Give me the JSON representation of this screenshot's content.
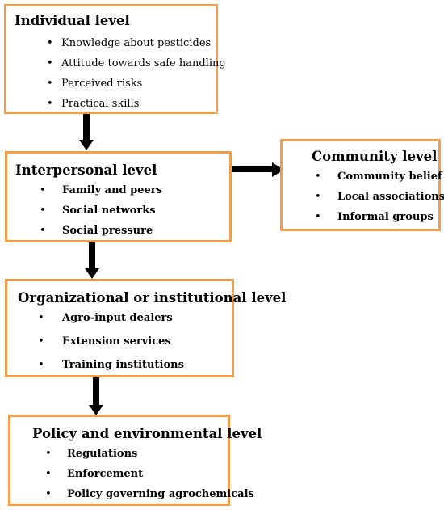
{
  "individual": {
    "title": "Individual level",
    "items": [
      "Knowledge about pesticides",
      "Attitude towards safe handling",
      "Perceived risks",
      "Practical skills"
    ]
  },
  "interpersonal": {
    "title": "Interpersonal level",
    "items": [
      "Family and peers",
      "Social networks",
      "Social pressure"
    ]
  },
  "community": {
    "title": "Community level",
    "items": [
      "Community belief",
      "Local associations",
      "Informal groups"
    ]
  },
  "organizational": {
    "title": "Organizational or institutional level",
    "items": [
      "Agro-input dealers",
      "Extension services",
      "Training institutions"
    ]
  },
  "policy": {
    "title": "Policy and environmental level",
    "items": [
      "Regulations",
      "Enforcement",
      "Policy governing agrochemicals"
    ]
  },
  "colors": {
    "box_border": "#f39c4a",
    "arrow": "#000000"
  },
  "bullet_symbol": "•"
}
